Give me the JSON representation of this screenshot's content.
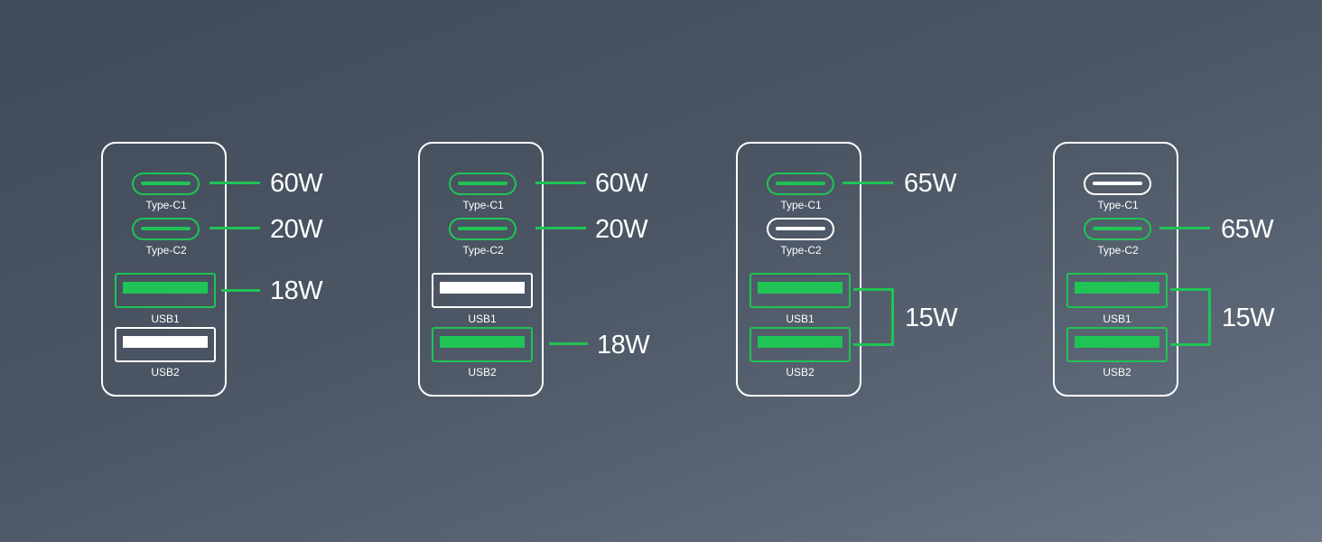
{
  "colors": {
    "active": "#1fc455",
    "inactive": "#ffffff"
  },
  "port_labels": {
    "c1": "Type-C1",
    "c2": "Type-C2",
    "usb1": "USB1",
    "usb2": "USB2"
  },
  "configs": [
    {
      "c1": {
        "active": true,
        "watt": "60W"
      },
      "c2": {
        "active": true,
        "watt": "20W"
      },
      "usb1": {
        "active": true,
        "watt": "18W"
      },
      "usb2": {
        "active": false,
        "watt": ""
      }
    },
    {
      "c1": {
        "active": true,
        "watt": "60W"
      },
      "c2": {
        "active": true,
        "watt": "20W"
      },
      "usb1": {
        "active": false,
        "watt": ""
      },
      "usb2": {
        "active": true,
        "watt": "18W"
      }
    },
    {
      "c1": {
        "active": true,
        "watt": "65W"
      },
      "c2": {
        "active": false,
        "watt": ""
      },
      "usb_shared": {
        "active": true,
        "watt": "15W"
      }
    },
    {
      "c1": {
        "active": false,
        "watt": ""
      },
      "c2": {
        "active": true,
        "watt": "65W"
      },
      "usb_shared": {
        "active": true,
        "watt": "15W"
      }
    }
  ]
}
